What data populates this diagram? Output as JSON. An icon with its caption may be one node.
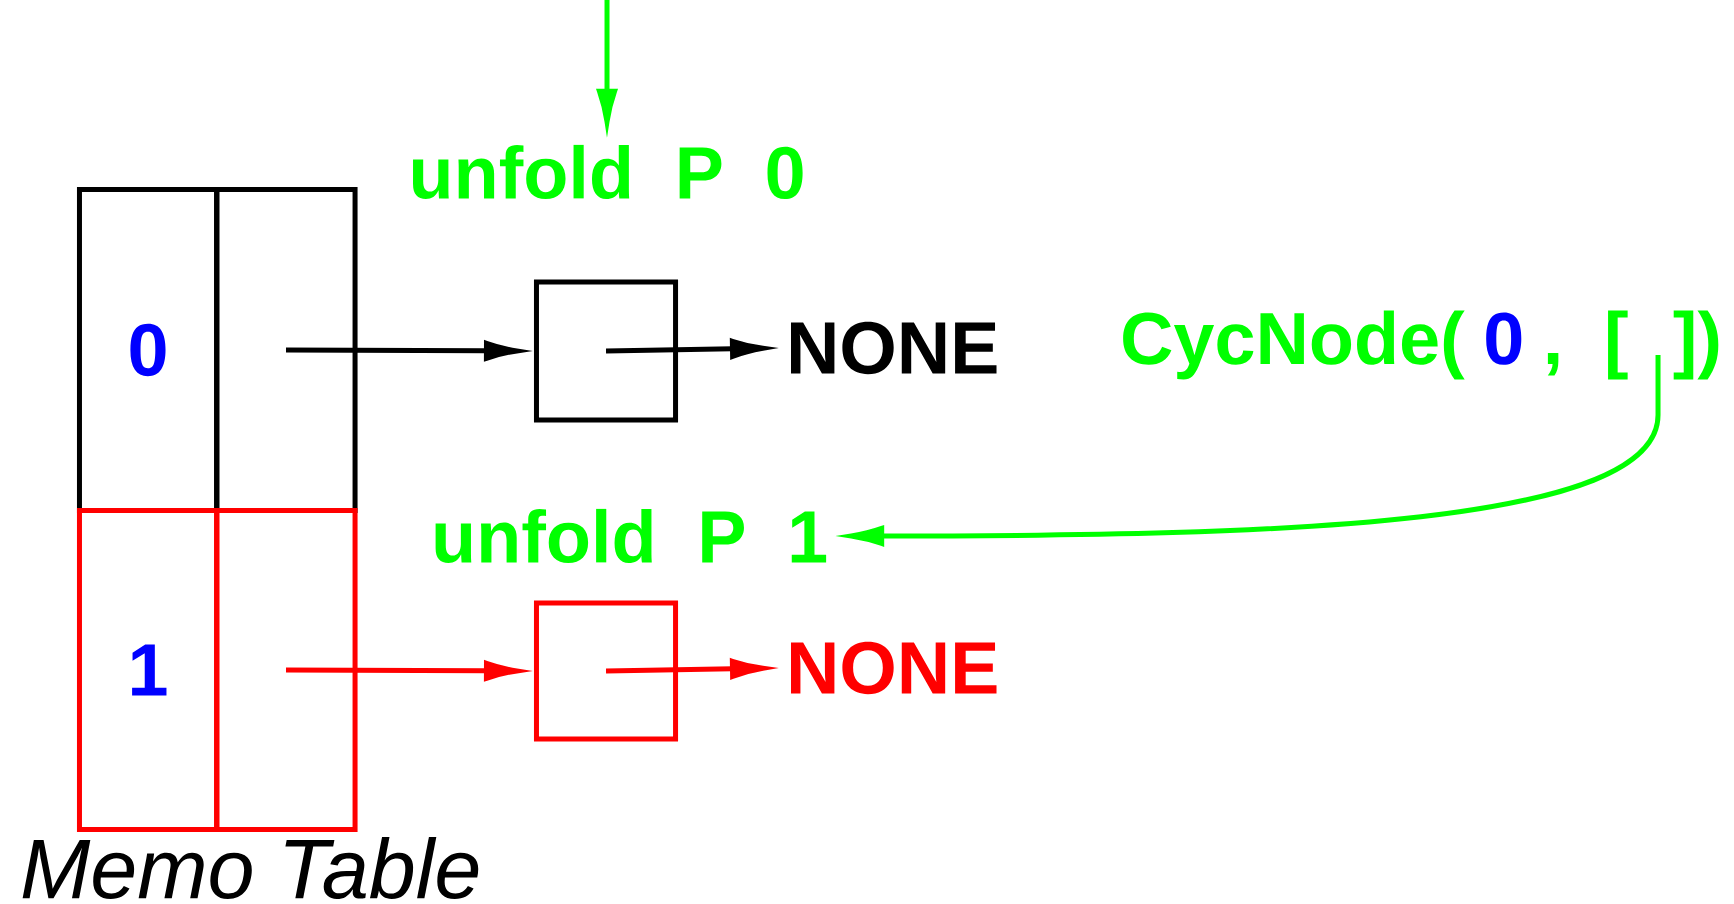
{
  "diagram": {
    "nodes": [
      {
        "text": [
          "0"
        ]
      },
      {
        "text": [],
        "shape": "box"
      },
      {
        "text": [
          "1"
        ]
      },
      {
        "text": [],
        "shape": "box"
      },
      {
        "text": [
          "unfold P 0"
        ]
      },
      {
        "text": [],
        "shape": "box"
      },
      {
        "text": [
          "NONE"
        ]
      },
      {
        "text": [
          "unfold P 1"
        ]
      },
      {
        "text": [],
        "shape": "box"
      },
      {
        "text": [
          "NONE"
        ]
      },
      {
        "text": [
          "CycNode(",
          "0",
          ", [",
          "])"
        ]
      }
    ],
    "edges": [
      {
        "from": null,
        "to": 4,
        "arrow": "to",
        "color": "#00ff00"
      },
      {
        "from": 1,
        "to": 5,
        "arrow": "to"
      },
      {
        "from": 5,
        "to": 6,
        "arrow": "to"
      },
      {
        "from": 3,
        "to": 8,
        "arrow": "to",
        "color": "#ff0000"
      },
      {
        "from": 8,
        "to": 9,
        "arrow": "to",
        "color": "#ff0000"
      },
      {
        "from": 10,
        "to": 7,
        "arrow": "to",
        "color": "#00ff00"
      }
    ],
    "labels": [
      "Memo Table"
    ]
  }
}
